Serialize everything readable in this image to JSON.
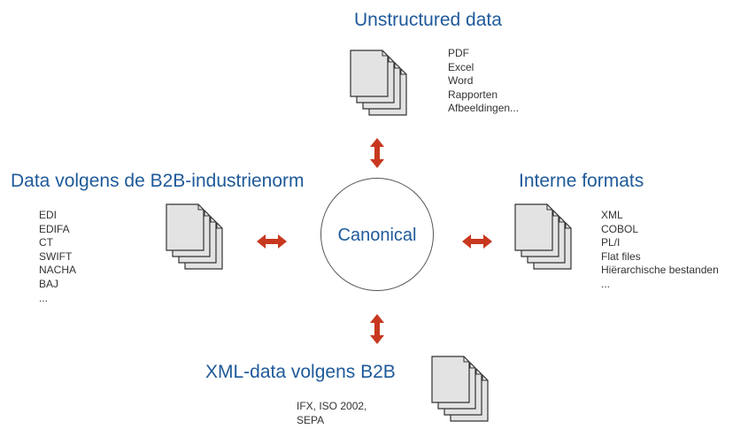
{
  "center": {
    "label": "Canonical"
  },
  "top": {
    "heading": "Unstructured data",
    "items": [
      "PDF",
      "Excel",
      "Word",
      "Rapporten",
      "Afbeeldingen..."
    ],
    "icon": "document-stack-icon"
  },
  "left": {
    "heading": "Data volgens de B2B-industrienorm",
    "items": [
      "EDI",
      "EDIFA",
      "CT",
      "SWIFT",
      "NACHA",
      "BAJ",
      "..."
    ],
    "icon": "document-stack-icon"
  },
  "right": {
    "heading": "Interne formats",
    "items": [
      "XML",
      "COBOL",
      "PL/I",
      "Flat files",
      "Hiërarchische bestanden",
      "..."
    ],
    "icon": "document-stack-icon"
  },
  "bottom": {
    "heading": "XML-data volgens B2B",
    "items": [
      "IFX, ISO 2002,",
      "SEPA"
    ],
    "icon": "document-stack-icon"
  },
  "colors": {
    "heading": "#1f5a9a",
    "text": "#333333",
    "arrow": "#c8381f",
    "page_fill": "#e3e3e3",
    "page_stroke": "#333333"
  }
}
